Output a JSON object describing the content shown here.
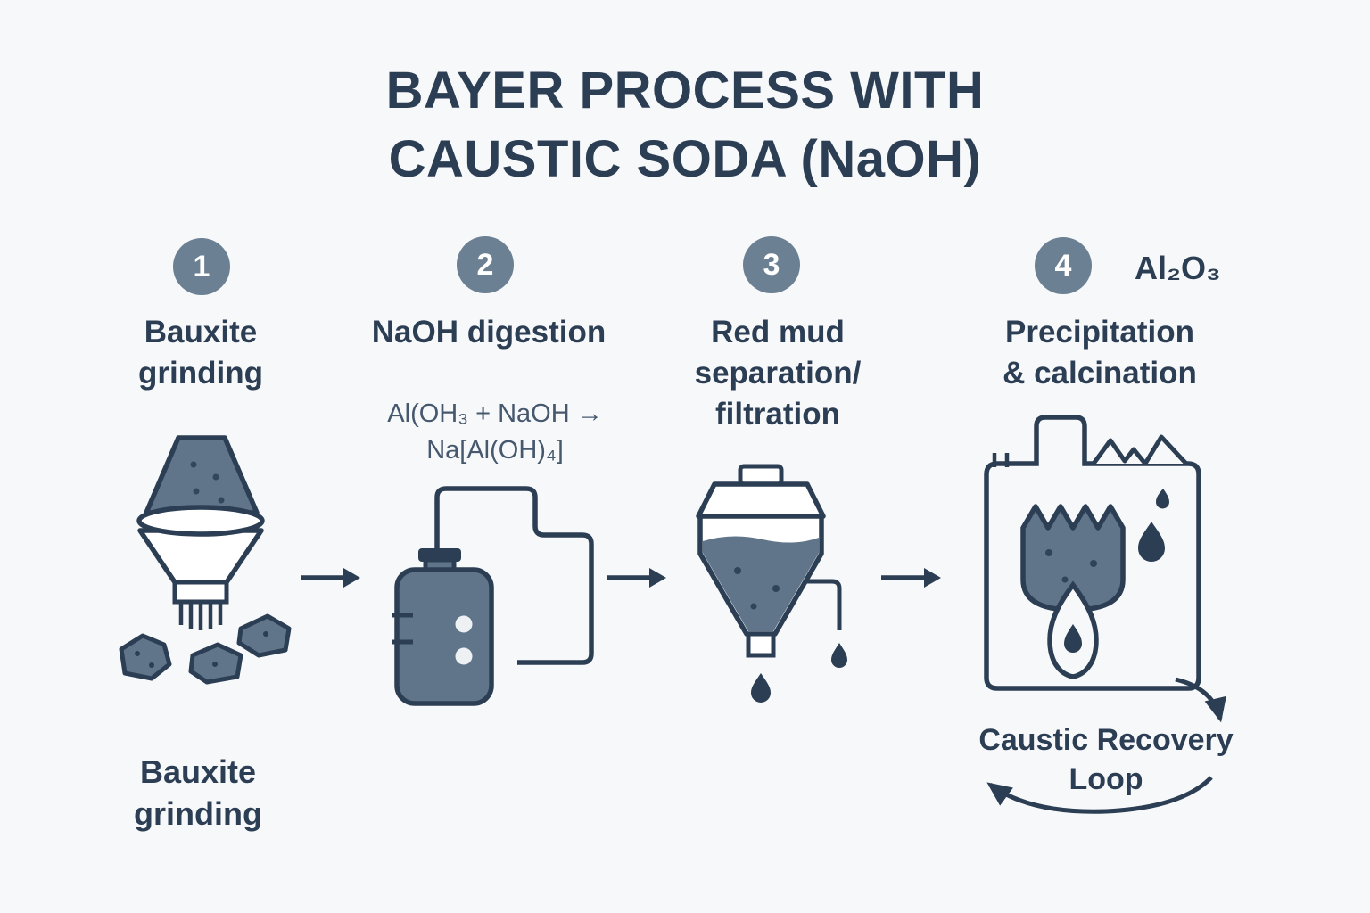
{
  "title": {
    "line1": "BAYER PROCESS WITH",
    "line2": "CAUSTIC SODA (NaOH)"
  },
  "steps": [
    {
      "number": "1",
      "label_lines": [
        "Bauxite",
        "grinding"
      ],
      "icon": "bauxite-grinder-icon"
    },
    {
      "number": "2",
      "label_lines": [
        "NaOH digestion"
      ],
      "formula_lines": [
        "Al(OH₃ + NaOH →",
        "Na[Al(OH)₄]"
      ],
      "icon": "digestion-vessel-icon"
    },
    {
      "number": "3",
      "label_lines": [
        "Red mud",
        "separation/",
        "filtration"
      ],
      "icon": "separation-funnel-icon"
    },
    {
      "number": "4",
      "label_lines": [
        "Precipitation",
        "& calcination"
      ],
      "product_label": "Al₂O₃",
      "icon": "calcination-tank-icon"
    }
  ],
  "footer": {
    "bottom_left_lines": [
      "Bauxite",
      "grinding"
    ],
    "loop_label_lines": [
      "Caustic Recovery",
      "Loop"
    ]
  },
  "colors": {
    "background": "#f7f8fa",
    "ink": "#2c3e54",
    "badge": "#6c8093",
    "slate_fill": "#60758a",
    "formula_text": "#46586e"
  }
}
